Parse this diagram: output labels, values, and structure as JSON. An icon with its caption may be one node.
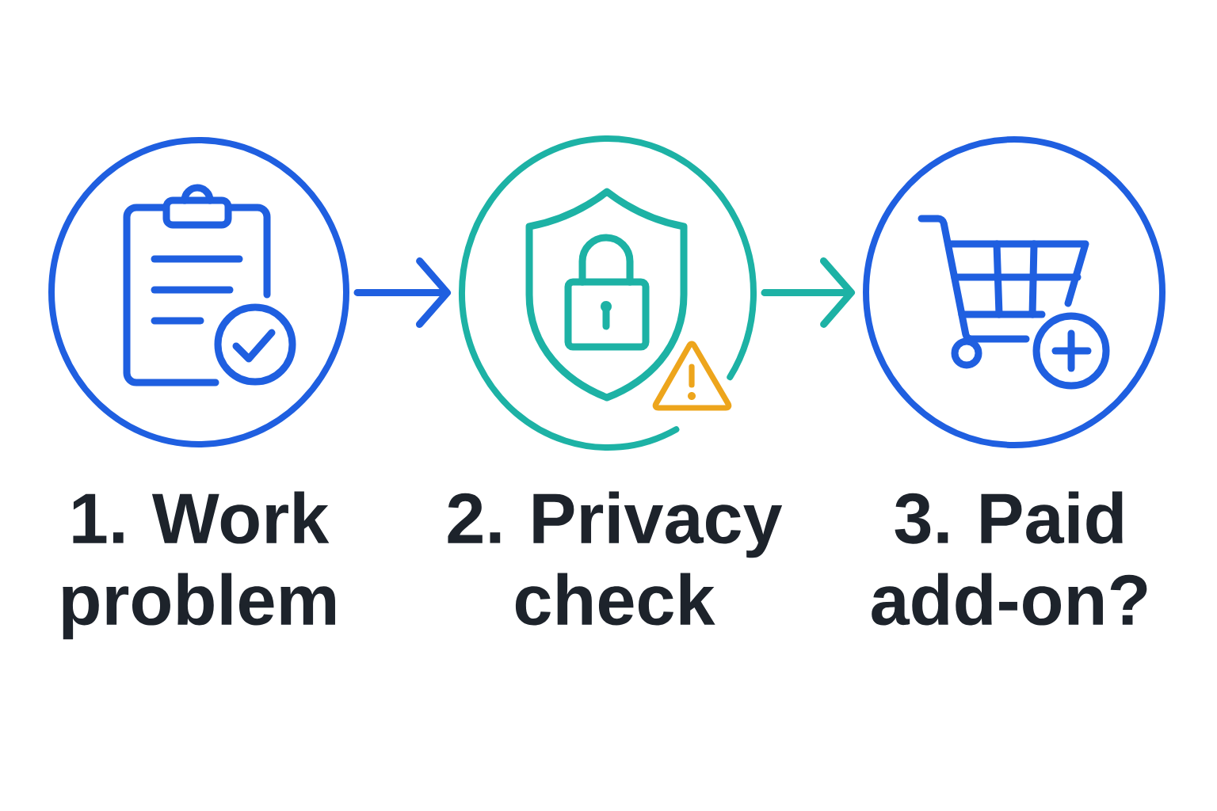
{
  "diagram": {
    "nodes": [
      {
        "text": [
          "1. Work problem"
        ]
      },
      {
        "text": [
          "2. Privacy check"
        ]
      },
      {
        "text": [
          "3. Paid add-on?"
        ]
      }
    ],
    "edges": [
      {
        "from": 0,
        "to": 1,
        "arrow": "to",
        "color": "#1f5fe0"
      },
      {
        "from": 1,
        "to": 2,
        "arrow": "to",
        "color": "#1db2a5"
      }
    ]
  }
}
